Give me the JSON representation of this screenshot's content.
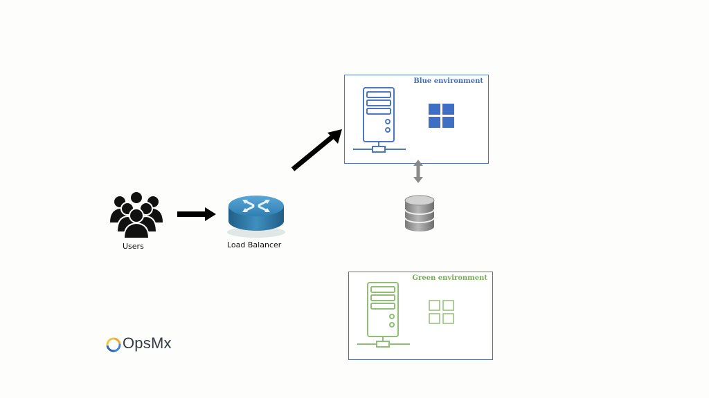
{
  "nodes": {
    "users_label": "Users",
    "load_balancer_label": "Load Balancer"
  },
  "environments": {
    "blue": {
      "title": "Blue environment",
      "color": "#3e6fc4"
    },
    "green": {
      "title": "Green environment",
      "color": "#77ac59"
    }
  },
  "brand": {
    "name": "OpsMx"
  },
  "icons": [
    "users-icon",
    "load-balancer-icon",
    "server-icon",
    "windows-icon",
    "database-icon",
    "opsmx-logo-icon"
  ]
}
